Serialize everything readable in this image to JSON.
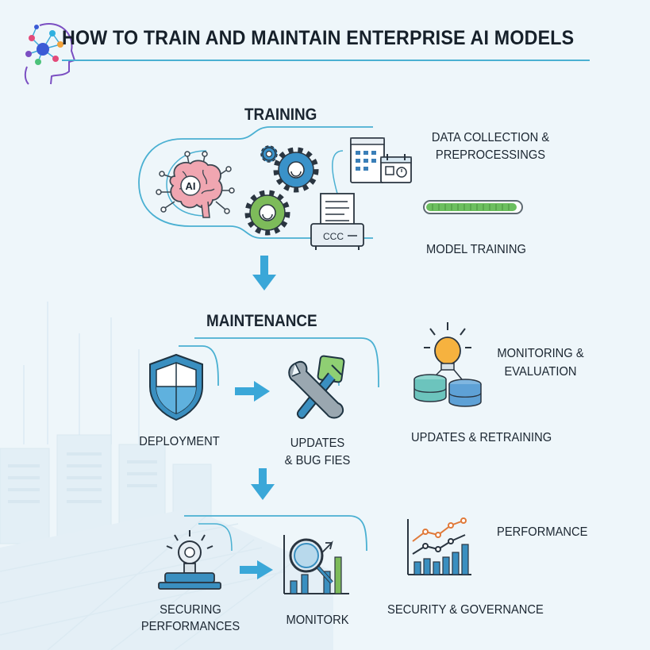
{
  "title": "HOW TO TRAIN AND MAINTAIN ENTERPRISE AI MODELS",
  "training": {
    "heading": "TRAINING",
    "brain_badge": "AI",
    "printer_text": "CCC",
    "data_collection_label_line1": "DATA COLLECTION &",
    "data_collection_label_line2": "PREPROCESSINGS",
    "model_training_label": "MODEL TRAINING",
    "model_training_progress": 0.97
  },
  "maintenance": {
    "heading": "MAINTENANCE",
    "deployment_label": "DEPLOYMENT",
    "updates_label_line1": "UPDATES",
    "updates_label_line2": "& BUG FIES",
    "monitoring_label_line1": "MONITORING &",
    "monitoring_label_line2": "EVALUATION",
    "retraining_label": "UPDATES & RETRAINING"
  },
  "security": {
    "securing_label_line1": "SECURING",
    "securing_label_line2": "PERFORMANCES",
    "monitork_label": "MONITORK",
    "performance_label": "PERFORMANCE",
    "governance_label": "SECURITY & GOVERNANCE"
  },
  "colors": {
    "accent": "#4ab0d2",
    "arrow": "#3aa7d8",
    "brain": "#f0a6b1",
    "gear_blue": "#3a92c9",
    "gear_green": "#7dbb5a",
    "bulb": "#f6b23f",
    "progress_fill": "#6cbf5f"
  }
}
